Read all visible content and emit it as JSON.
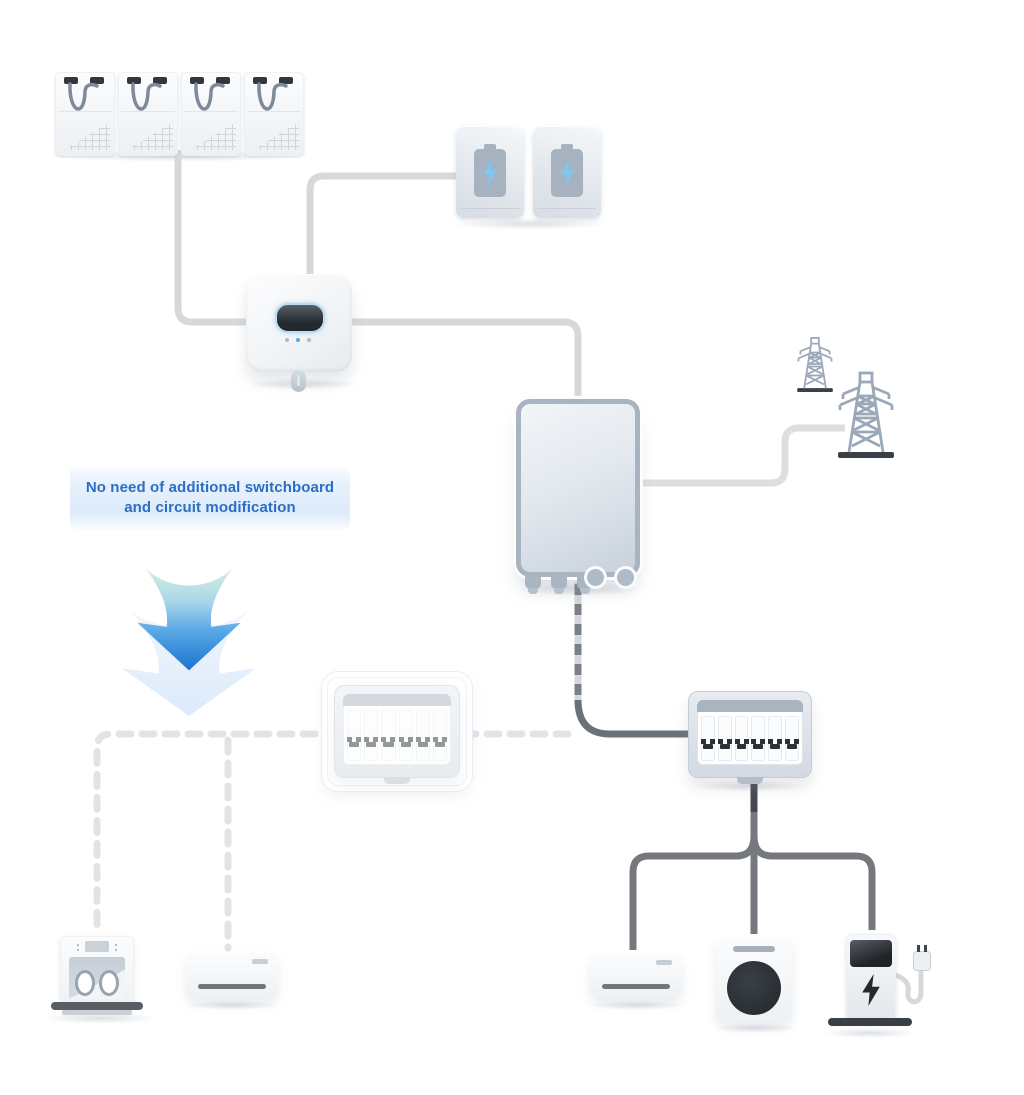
{
  "annotation": {
    "lines": [
      "No need of additional switchboard",
      "and circuit modification"
    ]
  },
  "diagram": {
    "type": "home-energy-system-wiring-diagram",
    "icons": [
      "solar-panel-icon",
      "battery-icon",
      "inverter-icon",
      "backup-box-icon",
      "grid-tower-icon",
      "switchboard-icon",
      "down-arrow-icon",
      "dishwasher-icon",
      "air-conditioner-icon",
      "washing-machine-icon",
      "ev-charger-icon"
    ],
    "nodes": [
      {
        "id": "solar-array",
        "count": 4
      },
      {
        "id": "battery-bank",
        "count": 2
      },
      {
        "id": "inverter",
        "count": 1
      },
      {
        "id": "backup-box",
        "count": 1
      },
      {
        "id": "power-grid-towers",
        "count": 2
      },
      {
        "id": "existing-switchboard-ghost",
        "count": 1
      },
      {
        "id": "switchboard",
        "count": 1
      },
      {
        "id": "dishwasher",
        "count": 1
      },
      {
        "id": "air-conditioner-left",
        "count": 1
      },
      {
        "id": "air-conditioner-right",
        "count": 1
      },
      {
        "id": "washing-machine",
        "count": 1
      },
      {
        "id": "ev-charger",
        "count": 1
      }
    ],
    "connections": [
      {
        "from": "solar-array",
        "to": "inverter",
        "style": "solid-light"
      },
      {
        "from": "battery-bank",
        "to": "inverter",
        "style": "solid-light"
      },
      {
        "from": "inverter",
        "to": "backup-box",
        "style": "solid-light"
      },
      {
        "from": "backup-box",
        "to": "power-grid-towers",
        "style": "solid-light"
      },
      {
        "from": "backup-box",
        "to": "switchboard",
        "style": "dashed-dark-then-solid"
      },
      {
        "from": "backup-box",
        "to": "existing-switchboard-ghost",
        "style": "dashed-light"
      },
      {
        "from": "existing-switchboard-ghost",
        "to": "dishwasher",
        "style": "dashed-light"
      },
      {
        "from": "existing-switchboard-ghost",
        "to": "air-conditioner-left",
        "style": "dashed-light"
      },
      {
        "from": "switchboard",
        "to": "air-conditioner-right",
        "style": "solid-dark"
      },
      {
        "from": "switchboard",
        "to": "washing-machine",
        "style": "solid-dark"
      },
      {
        "from": "switchboard",
        "to": "ev-charger",
        "style": "solid-dark"
      }
    ],
    "colors": {
      "annotation_text": "#2c6ec3",
      "line_light": "#d6d9db",
      "line_dashed_light": "#e1e4e7",
      "line_dark": "#75797e",
      "line_dark_dashes": "#7b8187",
      "battery_bolt": "#7ec7f3",
      "inverter_display_ring": "#badcf4",
      "breaker_toggle": "#2b3137",
      "arrow_green_top": "#d8eede",
      "arrow_blue_tip": "#1a73d0",
      "tower_steel": "#9aa8ba",
      "dark_device": "#2f353a"
    }
  }
}
